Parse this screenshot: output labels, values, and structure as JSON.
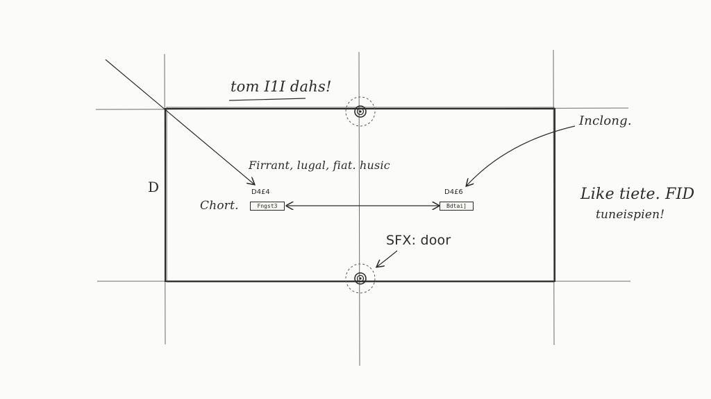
{
  "labels": {
    "title": "tom I1I dahs!",
    "left_top_note": "Firrant, lugal, fiat. husic",
    "right_top_note": "Inclong.",
    "left_side_mark": "D",
    "left_item_note": "Chort.",
    "sfx_note": "SFX: door",
    "right_note_line1": "Like tiete. FID",
    "right_note_line2": "tuneispien!",
    "left_box_tag": "D4£4",
    "left_box_text": "Fngst3",
    "right_box_tag": "D4£6",
    "right_box_text": "Bdtai]"
  },
  "icons": {
    "top_mic": "microphone-top-icon",
    "bottom_mic": "microphone-bottom-icon"
  },
  "colors": {
    "ink": "#2a2a2a",
    "paper": "#fbfbf9"
  }
}
